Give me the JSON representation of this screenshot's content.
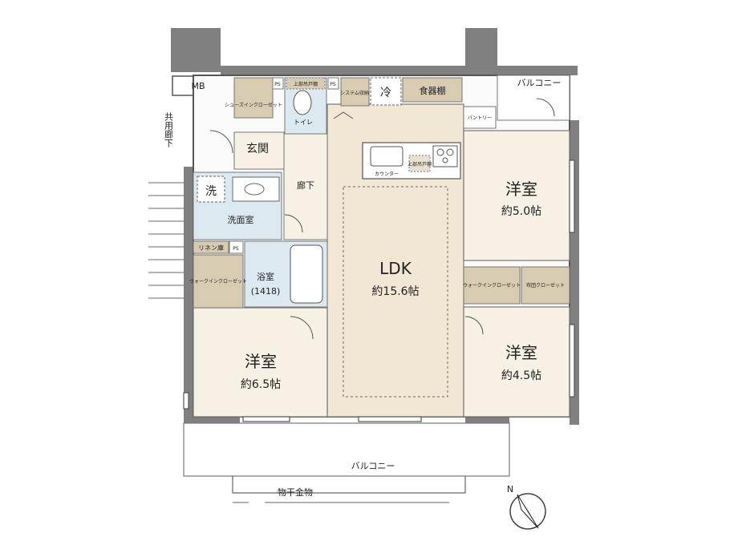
{
  "rooms": {
    "ldk": {
      "name": "LDK",
      "area": "約15.6帖"
    },
    "western_a": {
      "name": "洋室",
      "area": "約5.0帖"
    },
    "western_b": {
      "name": "洋室",
      "area": "約4.5帖"
    },
    "western_c": {
      "name": "洋室",
      "area": "約6.5帖"
    },
    "entrance": "玄関",
    "hallway": "廊下",
    "washroom": "洗面室",
    "laundry": "洗",
    "bath": {
      "name": "浴室",
      "size": "(1418)"
    },
    "toilet": "トイレ",
    "linen": "リネン庫",
    "shoes_closet": "シューズインクローゼット",
    "walkin_left": "ウォークインクローゼット",
    "walkin_right": "ウォークインクローゼット",
    "futon_closet": "布団クローゼット",
    "system_storage": "システム収納",
    "upper_storage": "上部吊戸棚",
    "upper_storage_kitchen": "上部吊戸棚",
    "fridge": "冷",
    "cupboard": "食器棚",
    "pantry": "パントリー",
    "counter": "カウンター",
    "ps": "PS",
    "mb": "MB",
    "corridor": "共用廊下",
    "balcony_top": "バルコニー",
    "balcony_bottom": "バルコニー",
    "drying": "物干金物"
  },
  "compass": {
    "letter": "N"
  },
  "colors": {
    "wall": "#7a7a7a",
    "room_floor": "#f6f1e4",
    "ldk_floor": "#f2e7d4",
    "storage": "#d7cbb1",
    "wet_area": "#dde9f1",
    "line": "#666666"
  }
}
